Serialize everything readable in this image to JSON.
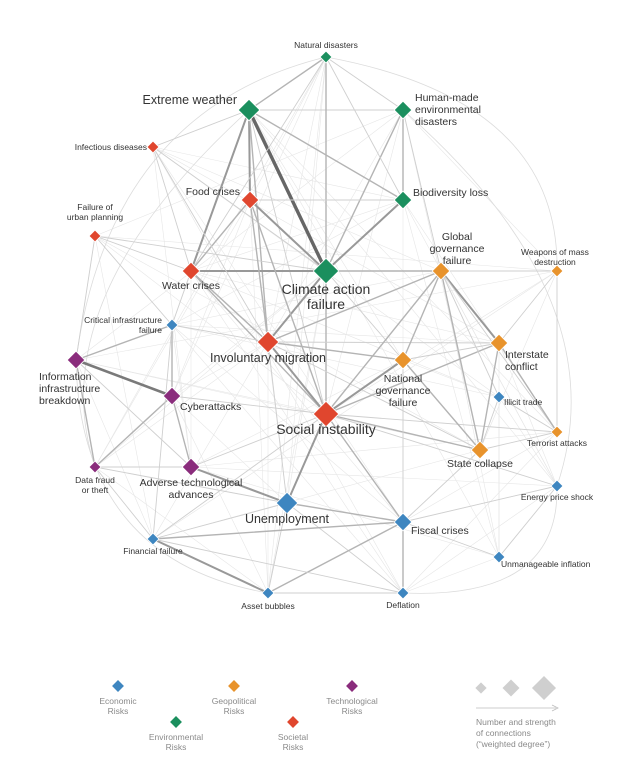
{
  "colors": {
    "economic": "#3e86c0",
    "environmental": "#1b8f5e",
    "geopolitical": "#e8932c",
    "societal": "#e0462e",
    "technological": "#8a2c7c"
  },
  "nodes": [
    {
      "id": "natural_disasters",
      "label": [
        "Natural disasters"
      ],
      "cat": "environmental",
      "size": 1
    },
    {
      "id": "extreme_weather",
      "label": [
        "Extreme weather"
      ],
      "cat": "environmental",
      "size": 3
    },
    {
      "id": "human_made",
      "label": [
        "Human-made",
        "environmental",
        "disasters"
      ],
      "cat": "environmental",
      "size": 2
    },
    {
      "id": "infectious",
      "label": [
        "Infectious diseases"
      ],
      "cat": "societal",
      "size": 1
    },
    {
      "id": "food_crises",
      "label": [
        "Food crises"
      ],
      "cat": "societal",
      "size": 2
    },
    {
      "id": "biodiversity",
      "label": [
        "Biodiversity loss"
      ],
      "cat": "environmental",
      "size": 2
    },
    {
      "id": "urban_planning",
      "label": [
        "Failure of",
        "urban planning"
      ],
      "cat": "societal",
      "size": 1
    },
    {
      "id": "water_crises",
      "label": [
        "Water crises"
      ],
      "cat": "societal",
      "size": 2
    },
    {
      "id": "climate",
      "label": [
        "Climate action",
        "failure"
      ],
      "cat": "environmental",
      "size": 4
    },
    {
      "id": "global_gov",
      "label": [
        "Global",
        "governance",
        "failure"
      ],
      "cat": "geopolitical",
      "size": 2
    },
    {
      "id": "wmd",
      "label": [
        "Weapons of mass",
        "destruction"
      ],
      "cat": "geopolitical",
      "size": 1
    },
    {
      "id": "critical_infra",
      "label": [
        "Critical infrastructure",
        "failure"
      ],
      "cat": "economic",
      "size": 1
    },
    {
      "id": "migration",
      "label": [
        "Involuntary migration"
      ],
      "cat": "societal",
      "size": 3
    },
    {
      "id": "interstate",
      "label": [
        "Interstate",
        "conflict"
      ],
      "cat": "geopolitical",
      "size": 2
    },
    {
      "id": "info_infra",
      "label": [
        "Information",
        "infrastructure",
        "breakdown"
      ],
      "cat": "technological",
      "size": 2
    },
    {
      "id": "national_gov",
      "label": [
        "National",
        "governance",
        "failure"
      ],
      "cat": "geopolitical",
      "size": 2
    },
    {
      "id": "cyberattacks",
      "label": [
        "Cyberattacks"
      ],
      "cat": "technological",
      "size": 2
    },
    {
      "id": "illicit_trade",
      "label": [
        "Illicit trade"
      ],
      "cat": "economic",
      "size": 1
    },
    {
      "id": "social_instability",
      "label": [
        "Social instability"
      ],
      "cat": "societal",
      "size": 4
    },
    {
      "id": "terrorist",
      "label": [
        "Terrorist attacks"
      ],
      "cat": "geopolitical",
      "size": 1
    },
    {
      "id": "data_fraud",
      "label": [
        "Data fraud",
        "or theft"
      ],
      "cat": "technological",
      "size": 1
    },
    {
      "id": "adverse_tech",
      "label": [
        "Adverse technological",
        "advances"
      ],
      "cat": "technological",
      "size": 2
    },
    {
      "id": "state_collapse",
      "label": [
        "State collapse"
      ],
      "cat": "geopolitical",
      "size": 2
    },
    {
      "id": "energy_price",
      "label": [
        "Energy price shock"
      ],
      "cat": "economic",
      "size": 1
    },
    {
      "id": "unemployment",
      "label": [
        "Unemployment"
      ],
      "cat": "economic",
      "size": 3
    },
    {
      "id": "fiscal_crises",
      "label": [
        "Fiscal crises"
      ],
      "cat": "economic",
      "size": 2
    },
    {
      "id": "financial_failure",
      "label": [
        "Financial failure"
      ],
      "cat": "economic",
      "size": 1
    },
    {
      "id": "unmanageable_inflation",
      "label": [
        "Unmanageable inflation"
      ],
      "cat": "economic",
      "size": 1
    },
    {
      "id": "asset_bubbles",
      "label": [
        "Asset bubbles"
      ],
      "cat": "economic",
      "size": 1
    },
    {
      "id": "deflation",
      "label": [
        "Deflation"
      ],
      "cat": "economic",
      "size": 1
    }
  ],
  "edges": [
    [
      "extreme_weather",
      "climate",
      5
    ],
    [
      "extreme_weather",
      "food_crises",
      3
    ],
    [
      "extreme_weather",
      "water_crises",
      3
    ],
    [
      "extreme_weather",
      "natural_disasters",
      2
    ],
    [
      "extreme_weather",
      "biodiversity",
      2
    ],
    [
      "extreme_weather",
      "migration",
      2
    ],
    [
      "extreme_weather",
      "human_made",
      1
    ],
    [
      "extreme_weather",
      "infectious",
      1
    ],
    [
      "extreme_weather",
      "social_instability",
      1
    ],
    [
      "climate",
      "biodiversity",
      3
    ],
    [
      "climate",
      "food_crises",
      3
    ],
    [
      "climate",
      "water_crises",
      3
    ],
    [
      "climate",
      "migration",
      3
    ],
    [
      "climate",
      "natural_disasters",
      2
    ],
    [
      "climate",
      "human_made",
      2
    ],
    [
      "climate",
      "global_gov",
      2
    ],
    [
      "climate",
      "social_instability",
      2
    ],
    [
      "climate",
      "national_gov",
      1
    ],
    [
      "climate",
      "infectious",
      1
    ],
    [
      "climate",
      "urban_planning",
      1
    ],
    [
      "food_crises",
      "water_crises",
      2
    ],
    [
      "food_crises",
      "social_instability",
      2
    ],
    [
      "food_crises",
      "biodiversity",
      1
    ],
    [
      "food_crises",
      "migration",
      2
    ],
    [
      "water_crises",
      "migration",
      2
    ],
    [
      "water_crises",
      "social_instability",
      2
    ],
    [
      "water_crises",
      "urban_planning",
      1
    ],
    [
      "water_crises",
      "critical_infra",
      1
    ],
    [
      "biodiversity",
      "human_made",
      2
    ],
    [
      "biodiversity",
      "natural_disasters",
      1
    ],
    [
      "migration",
      "social_instability",
      3
    ],
    [
      "migration",
      "global_gov",
      2
    ],
    [
      "migration",
      "national_gov",
      2
    ],
    [
      "migration",
      "state_collapse",
      1
    ],
    [
      "migration",
      "interstate",
      1
    ],
    [
      "social_instability",
      "national_gov",
      3
    ],
    [
      "social_instability",
      "global_gov",
      2
    ],
    [
      "social_instability",
      "unemployment",
      3
    ],
    [
      "social_instability",
      "state_collapse",
      2
    ],
    [
      "social_instability",
      "fiscal_crises",
      2
    ],
    [
      "social_instability",
      "interstate",
      2
    ],
    [
      "social_instability",
      "terrorist",
      1
    ],
    [
      "social_instability",
      "cyberattacks",
      1
    ],
    [
      "social_instability",
      "adverse_tech",
      1
    ],
    [
      "social_instability",
      "financial_failure",
      1
    ],
    [
      "social_instability",
      "energy_price",
      1
    ],
    [
      "global_gov",
      "national_gov",
      2
    ],
    [
      "global_gov",
      "interstate",
      3
    ],
    [
      "global_gov",
      "state_collapse",
      2
    ],
    [
      "global_gov",
      "wmd",
      1
    ],
    [
      "global_gov",
      "terrorist",
      1
    ],
    [
      "global_gov",
      "illicit_trade",
      1
    ],
    [
      "interstate",
      "state_collapse",
      2
    ],
    [
      "interstate",
      "wmd",
      1
    ],
    [
      "interstate",
      "terrorist",
      2
    ],
    [
      "national_gov",
      "state_collapse",
      2
    ],
    [
      "national_gov",
      "interstate",
      1
    ],
    [
      "state_collapse",
      "terrorist",
      1
    ],
    [
      "state_collapse",
      "illicit_trade",
      1
    ],
    [
      "state_collapse",
      "fiscal_crises",
      1
    ],
    [
      "info_infra",
      "cyberattacks",
      4
    ],
    [
      "info_infra",
      "data_fraud",
      2
    ],
    [
      "info_infra",
      "critical_infra",
      2
    ],
    [
      "info_infra",
      "adverse_tech",
      1
    ],
    [
      "cyberattacks",
      "data_fraud",
      2
    ],
    [
      "cyberattacks",
      "critical_infra",
      2
    ],
    [
      "cyberattacks",
      "adverse_tech",
      2
    ],
    [
      "adverse_tech",
      "unemployment",
      3
    ],
    [
      "adverse_tech",
      "data_fraud",
      1
    ],
    [
      "data_fraud",
      "financial_failure",
      1
    ],
    [
      "unemployment",
      "fiscal_crises",
      2
    ],
    [
      "unemployment",
      "financial_failure",
      1
    ],
    [
      "unemployment",
      "asset_bubbles",
      1
    ],
    [
      "unemployment",
      "deflation",
      1
    ],
    [
      "fiscal_crises",
      "financial_failure",
      2
    ],
    [
      "fiscal_crises",
      "asset_bubbles",
      2
    ],
    [
      "fiscal_crises",
      "deflation",
      2
    ],
    [
      "fiscal_crises",
      "unmanageable_inflation",
      1
    ],
    [
      "fiscal_crises",
      "energy_price",
      1
    ],
    [
      "financial_failure",
      "asset_bubbles",
      3
    ],
    [
      "financial_failure",
      "deflation",
      1
    ],
    [
      "asset_bubbles",
      "deflation",
      1
    ],
    [
      "critical_infra",
      "urban_planning",
      1
    ],
    [
      "critical_infra",
      "financial_failure",
      1
    ],
    [
      "infectious",
      "migration",
      1
    ],
    [
      "infectious",
      "water_crises",
      1
    ],
    [
      "urban_planning",
      "info_infra",
      1
    ],
    [
      "wmd",
      "terrorist",
      1
    ],
    [
      "natural_disasters",
      "human_made",
      1
    ],
    [
      "natural_disasters",
      "water_crises",
      1
    ],
    [
      "human_made",
      "global_gov",
      1
    ],
    [
      "energy_price",
      "unmanageable_inflation",
      1
    ],
    [
      "illicit_trade",
      "terrorist",
      1
    ],
    [
      "national_gov",
      "fiscal_crises",
      1
    ],
    [
      "unemployment",
      "migration",
      1
    ],
    [
      "data_fraud",
      "unemployment",
      1
    ],
    [
      "critical_infra",
      "migration",
      1
    ]
  ],
  "legend": {
    "items": [
      {
        "cat": "economic",
        "label": [
          "Economic",
          "Risks"
        ]
      },
      {
        "cat": "environmental",
        "label": [
          "Environmental",
          "Risks"
        ]
      },
      {
        "cat": "geopolitical",
        "label": [
          "Geopolitical",
          "Risks"
        ]
      },
      {
        "cat": "societal",
        "label": [
          "Societal",
          "Risks"
        ]
      },
      {
        "cat": "technological",
        "label": [
          "Technological",
          "Risks"
        ]
      }
    ],
    "size_label": [
      "Number and strength",
      "of connections",
      "(“weighted degree”)"
    ],
    "size_icon_color": "#cfcfcf"
  }
}
